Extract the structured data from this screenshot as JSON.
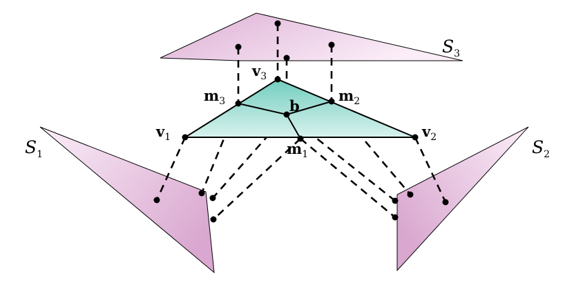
{
  "surfaces": {
    "s1": {
      "letter": "S",
      "index": "1"
    },
    "s2": {
      "letter": "S",
      "index": "2"
    },
    "s3": {
      "letter": "S",
      "index": "3"
    }
  },
  "vertices": {
    "v1": {
      "base": "v",
      "index": "1"
    },
    "v2": {
      "base": "v",
      "index": "2"
    },
    "v3": {
      "base": "v",
      "index": "3"
    }
  },
  "midpoints": {
    "m1": {
      "base": "m",
      "index": "1"
    },
    "m2": {
      "base": "m",
      "index": "2"
    },
    "m3": {
      "base": "m",
      "index": "3"
    }
  },
  "barycenter": {
    "base": "b"
  },
  "colors": {
    "surface_fill_light": "#fbeef8",
    "surface_fill_dark": "#d9a7cf",
    "triangle_fill_light": "#d8f2ee",
    "triangle_fill_dark": "#7fd2c4",
    "line": "#000000"
  }
}
